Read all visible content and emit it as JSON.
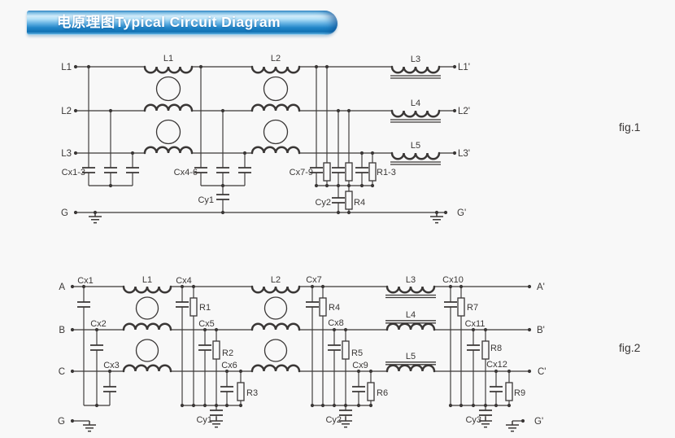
{
  "banner": {
    "title": "电原理图Typical Circuit Diagram"
  },
  "colors": {
    "stroke": "#3a3736",
    "banner_blue": "#2286c8",
    "background": "#f8f8f8"
  },
  "fig1": {
    "caption": "fig.1",
    "inputs": [
      "L1",
      "L2",
      "L3"
    ],
    "outputs": [
      "L1'",
      "L2'",
      "L3'"
    ],
    "ground_in": "G",
    "ground_out": "G'",
    "chokes": [
      "L1",
      "L2"
    ],
    "inductors": [
      "L3",
      "L4",
      "L5"
    ],
    "cap_groups": [
      "Cx1-3",
      "Cx4-6",
      "Cx7-9"
    ],
    "r_group": "R1-3",
    "r4": "R4",
    "y_caps": [
      "Cy1",
      "Cy2"
    ]
  },
  "fig2": {
    "caption": "fig.2",
    "inputs": [
      "A",
      "B",
      "C"
    ],
    "outputs": [
      "A'",
      "B'",
      "C'"
    ],
    "ground_in": "G",
    "ground_out": "G'",
    "chokes": [
      "L1",
      "L2"
    ],
    "inductors": [
      "L3",
      "L4",
      "L5"
    ],
    "x_caps": [
      "Cx1",
      "Cx2",
      "Cx3",
      "Cx4",
      "Cx5",
      "Cx6",
      "Cx7",
      "Cx8",
      "Cx9",
      "Cx10",
      "Cx11",
      "Cx12"
    ],
    "resistors": [
      "R1",
      "R2",
      "R3",
      "R4",
      "R5",
      "R6",
      "R7",
      "R8",
      "R9"
    ],
    "y_caps": [
      "Cy1",
      "Cy2",
      "Cy3"
    ]
  }
}
